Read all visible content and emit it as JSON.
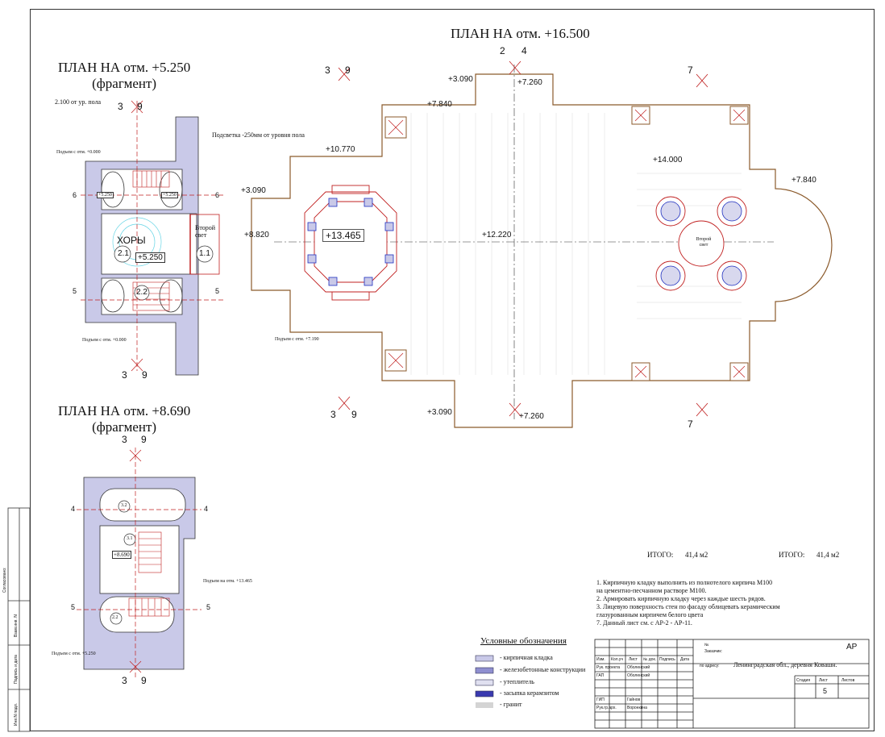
{
  "titles": {
    "main": "ПЛАН  НА отм. +16.500",
    "plan1_line1": "ПЛАН  НА отм. +5.250",
    "plan1_line2": "(фрагмент)",
    "plan2_line1": "ПЛАН  НА отм. +8.690",
    "plan2_line2": "(фрагмент)"
  },
  "plan1": {
    "height_note": "2.100 от ур. пола",
    "lift1": "Подъем с отм. +0.000",
    "lift2": "Подъем с отм. +0.000",
    "room_khory": "ХОРЫ",
    "room_21": "2.1",
    "level_5250": "+5.250",
    "room_22": "2.2",
    "room_11": "1.1",
    "vtoroy_svet": "Второй свет",
    "axis_6": "6",
    "axis_5": "5",
    "axis_3": "3",
    "axis_9": "9",
    "tag_5250a": "+5.250",
    "tag_5250b": "+5.250"
  },
  "plan2": {
    "lift_top": "Подъем на отм. +13.465",
    "lift_bottom": "Подъем с отм. +5.250",
    "room_32": "3.2",
    "room_31": "3.1",
    "room_22": "2.2",
    "level_8690": "+8.690",
    "axis_4": "4",
    "axis_5": "5",
    "axis_3": "3",
    "axis_9": "9"
  },
  "main_plan": {
    "backlight_note": "Подсветка -250мм от уровня пола",
    "lift": "Подъем с отм. +7.190",
    "levels": {
      "l3090_top": "+3.090",
      "l7260_top": "+7.260",
      "l7840_left": "+7.840",
      "l10770": "+10.770",
      "l3090_left": "+3.090",
      "l8820": "+8.820",
      "l13465": "+13.465",
      "l12220": "+12.220",
      "l14000": "+14.000",
      "l7840_right": "+7.840",
      "l3090_bottom": "+3.090",
      "l7260_bottom": "+7.260"
    },
    "vtoroy_svet": "Второй свет",
    "axis_2": "2",
    "axis_4": "4",
    "axis_7": "7",
    "axis_3": "3",
    "axis_9": "9"
  },
  "totals": {
    "label1": "ИТОГО:",
    "value1": "41,4 м2",
    "label2": "ИТОГО:",
    "value2": "41,4 м2"
  },
  "notes": [
    "1.   Кирпичную кладку выполнить из полнотелого кирпича М100",
    "      на цементно-песчанном растворе М100.",
    "2.   Армировать кирпичную кладку через каждые шесть рядов.",
    "3.   Лицевую поверхность стен по фасаду облицевать керамическим",
    "      глазурованным кирпичем белого цвета",
    "7.   Данный лист см. с АР-2  -  АР-11."
  ],
  "legend": {
    "title": "Условные обозначения",
    "items": [
      {
        "label": "- кирпичная кладка",
        "color": "#c9c9e8"
      },
      {
        "label": "- железобетонные конструкции",
        "color": "#8f8fd0"
      },
      {
        "label": "- утеплитель",
        "color": "#e0e0f0"
      },
      {
        "label": "- засыпка керамзитом",
        "color": "#3a3ab0"
      },
      {
        "label": "- гранит",
        "color": "#d4d4d4"
      }
    ]
  },
  "titleblock": {
    "code": "АР",
    "no_label": "№",
    "zakaz": "Заказчик:",
    "po_adresu": "по адресу:",
    "address": "Ленинградская  обл., деревня Ковашн.",
    "stadia": "Стадия",
    "list": "Лист",
    "listov": "Листов",
    "sheet_no": "5",
    "cols": [
      "Изм.",
      "Кол.уч",
      "Лист",
      "№ док.",
      "Подпись",
      "Дата"
    ],
    "people": [
      {
        "role": "Рук. проекта",
        "name": "Оболенский"
      },
      {
        "role": "ГАП",
        "name": "Оболенский"
      },
      {
        "role": "ГИП",
        "name": "Гайнов"
      },
      {
        "role": "Рук.гр.арх.",
        "name": "Воронкина"
      }
    ]
  },
  "side_stamp": [
    "Согласовано:",
    "Взам.инв. N",
    "Подпись и дата",
    "Инв.N подл."
  ],
  "colors": {
    "line": "#222222",
    "red": "#e02020",
    "blue": "#2030c0",
    "wall": "#b8b8d8",
    "brown": "#8b5a2b"
  }
}
